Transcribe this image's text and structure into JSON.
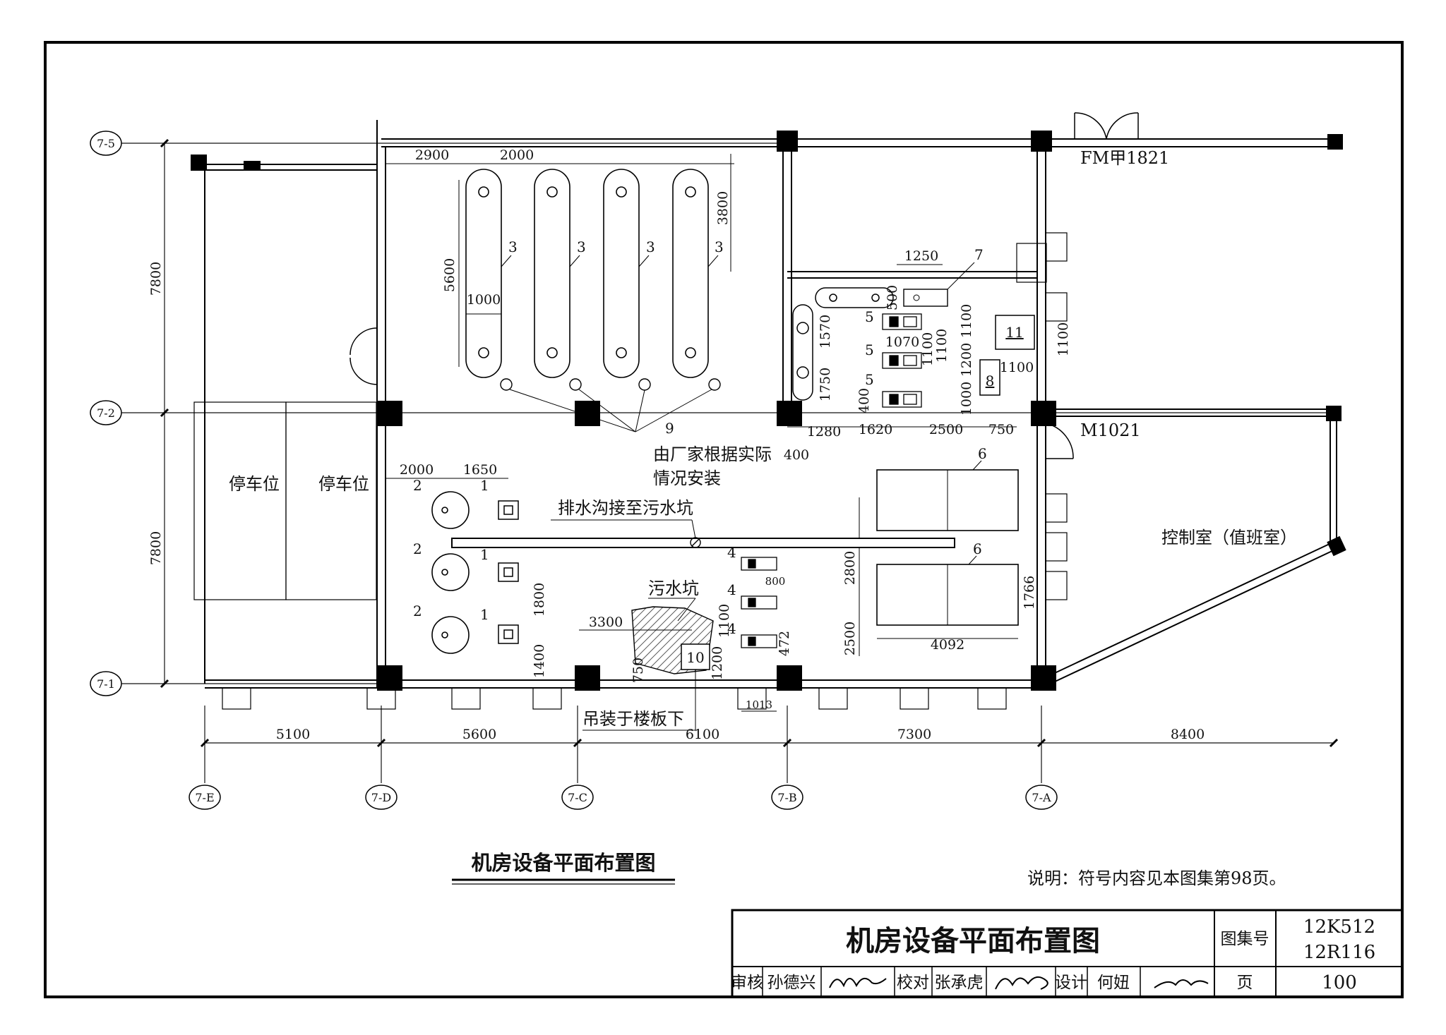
{
  "drawing_title": "机房设备平面布置图",
  "note": "说明：符号内容见本图集第98页。",
  "title_block": {
    "title": "机房设备平面布置图",
    "atlas_label": "图集号",
    "atlas_no_1": "12K512",
    "atlas_no_2": "12R116",
    "page_label": "页",
    "page_no": "100",
    "review_label": "审核",
    "reviewer": "孙德兴",
    "check_label": "校对",
    "checker": "张承虎",
    "design_label": "设计",
    "designer": "何妞"
  },
  "axes": {
    "rows": [
      "7-5",
      "7-2",
      "7-1"
    ],
    "cols": [
      "7-E",
      "7-D",
      "7-C",
      "7-B",
      "7-A"
    ]
  },
  "dims": {
    "col_spans": [
      "5100",
      "5600",
      "6100",
      "7300",
      "8400"
    ],
    "row_spans": [
      "7800",
      "7800"
    ],
    "top_2900": "2900",
    "top_2000": "2000",
    "d_3800": "3800",
    "d_5600": "5600",
    "d_1000": "1000",
    "d_1250": "1250",
    "d_500": "500",
    "d_1570": "1570",
    "d_1750": "1750",
    "d_1070": "1070",
    "d_1100a": "1100",
    "d_1100b": "1100",
    "d_1100c": "1100",
    "d_1100d": "1100",
    "d_1100e": "1100",
    "d_1200": "1200",
    "d_1000b": "1000",
    "d_400a": "400",
    "d_400b": "400",
    "d_1280": "1280",
    "d_1620": "1620",
    "d_2500a": "2500",
    "d_750a": "750",
    "d_2000b": "2000",
    "d_1650": "1650",
    "d_1800": "1800",
    "d_1400": "1400",
    "d_3300": "3300",
    "d_750b": "750",
    "d_1200b": "1200",
    "d_800": "800",
    "d_1100f": "1100",
    "d_472": "472",
    "d_1013": "1013",
    "d_2800": "2800",
    "d_2500b": "2500",
    "d_4092": "4092",
    "d_1766": "1766"
  },
  "tags": {
    "t3": "3",
    "t2": "2",
    "t1": "1",
    "t4": "4",
    "t5": "5",
    "t6": "6",
    "t7": "7",
    "t8": "8",
    "t9": "9",
    "t10": "10",
    "t11": "11"
  },
  "labels": {
    "parking": "停车位",
    "door_fm": "FM甲1821",
    "door_m": "M1021",
    "manufacturer_1": "由厂家根据实际",
    "manufacturer_2": "情况安装",
    "drain_ditch": "排水沟接至污水坑",
    "sump": "污水坑",
    "hoist": "吊装于楼板下",
    "control_room": "控制室（值班室）"
  }
}
